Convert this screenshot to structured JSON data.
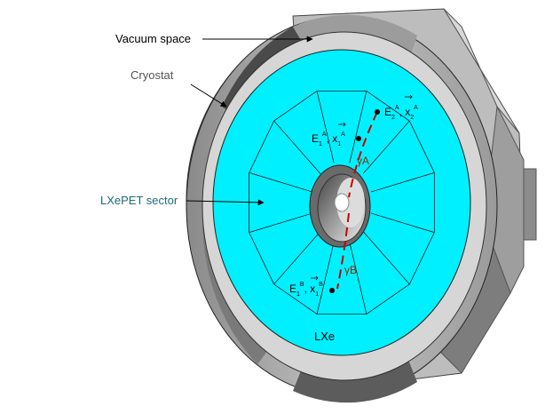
{
  "labels": {
    "vacuum_space": "Vacuum space",
    "cryostat": "Cryostat",
    "lxepet_sector": "LXePET sector",
    "lxe": "LXe",
    "gamma_a": "γA",
    "gamma_b": "γB"
  },
  "interactions": {
    "a1": {
      "energy": "E",
      "energy_sub": "1",
      "energy_sup": "A",
      "pos": "x",
      "pos_sub": "1",
      "pos_sup": "A",
      "sep": ", "
    },
    "a2": {
      "energy": "E",
      "energy_sub": "2",
      "energy_sup": "A",
      "pos": "x",
      "pos_sub": "2",
      "pos_sup": "A",
      "sep": ", "
    },
    "b1": {
      "energy": "E",
      "energy_sub": "1",
      "energy_sup": "B",
      "pos": "x",
      "pos_sub": "1",
      "pos_sup": "B",
      "sep": ", "
    }
  },
  "colors": {
    "lxe_fill": "#00f0ff",
    "outer_ring_light": "#b0b0b0",
    "outer_ring_dark": "#5a5a5a",
    "vacuum_ring": "#c8c8c8",
    "gamma_track": "#cc0000",
    "label_dark": "#000000",
    "label_grey": "#555555",
    "label_teal": "#1f6b78"
  },
  "sector_count": 12
}
